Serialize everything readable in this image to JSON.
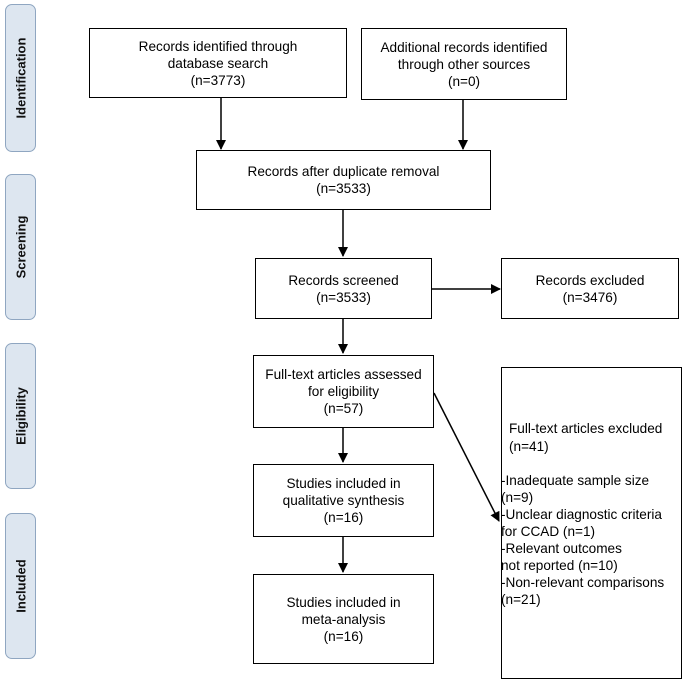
{
  "phases": {
    "identification": "Identification",
    "screening": "Screening",
    "eligibility": "Eligibility",
    "included": "Included"
  },
  "boxes": {
    "db_search": [
      "Records identified through",
      "database search",
      "(n=3773)"
    ],
    "other_sources": [
      "Additional records identified",
      "through other sources",
      "(n=0)"
    ],
    "after_duplicates": [
      "Records after duplicate removal",
      "(n=3533)"
    ],
    "screened": [
      "Records screened",
      "(n=3533)"
    ],
    "excluded": [
      "Records excluded",
      "(n=3476)"
    ],
    "fulltext_assessed": [
      "Full-text articles assessed",
      "for eligibility",
      "(n=57)"
    ],
    "qualitative": [
      "Studies included in",
      "qualitative synthesis",
      "(n=16)"
    ],
    "meta_analysis": [
      "Studies included in",
      "meta-analysis",
      "(n=16)"
    ]
  },
  "fulltext_excluded": {
    "heading": "Full-text articles excluded",
    "count": "(n=41)",
    "reasons": [
      "-Inadequate sample size",
      "(n=9)",
      "-Unclear diagnostic criteria",
      "for CCAD (n=1)",
      "-Relevant outcomes",
      "not reported (n=10)",
      "-Non-relevant comparisons",
      "(n=21)"
    ]
  },
  "colors": {
    "phase_fill": "#dde6f0",
    "phase_border": "#8fa6c1",
    "box_border": "#000000",
    "arrow": "#000000"
  }
}
